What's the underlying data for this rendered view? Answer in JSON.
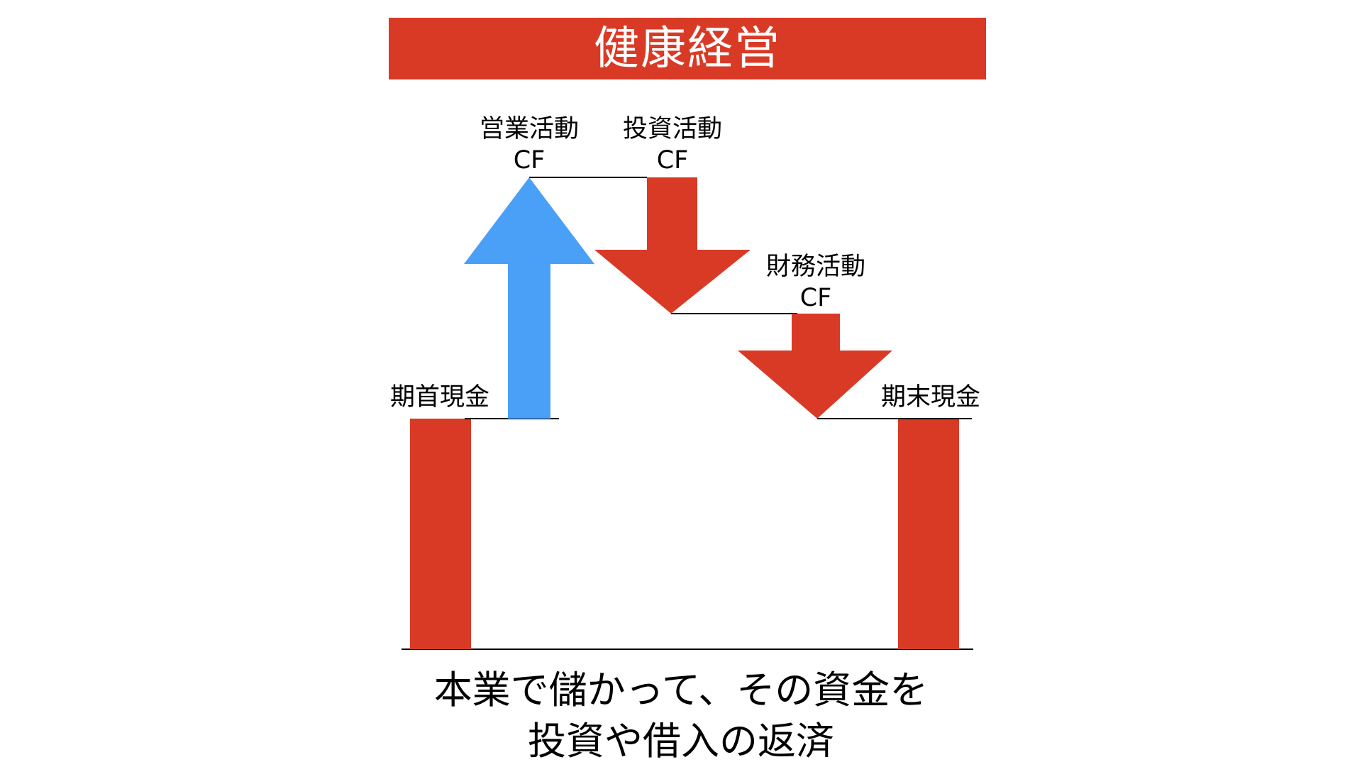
{
  "title": "健康経営",
  "labels": {
    "operating": {
      "line1": "営業活動",
      "line2": "CF"
    },
    "investing": {
      "line1": "投資活動",
      "line2": "CF"
    },
    "financing": {
      "line1": "財務活動",
      "line2": "CF"
    },
    "beginning_cash": "期首現金",
    "ending_cash": "期末現金"
  },
  "caption": {
    "line1": "本業で儲かって、その資金を",
    "line2": "投資や借入の返済"
  },
  "colors": {
    "red": "#d93a26",
    "blue": "#4a9ff7",
    "line": "#000000"
  }
}
